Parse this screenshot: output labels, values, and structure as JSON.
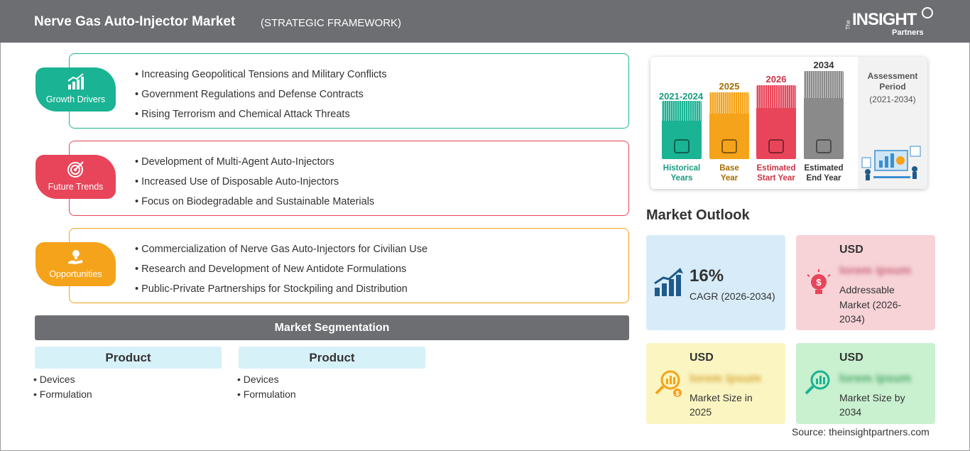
{
  "header": {
    "title": "Nerve Gas Auto-Injector Market",
    "subtitle": "(STRATEGIC FRAMEWORK)",
    "logo": {
      "main": "INSIGHT",
      "prefix": "The",
      "sub": "Partners"
    }
  },
  "framework": [
    {
      "label": "Growth Drivers",
      "color": "#1ab394",
      "icon": "growth-chart-icon",
      "items": [
        "Increasing Geopolitical Tensions and Military Conflicts",
        "Government Regulations and Defense Contracts",
        "Rising Terrorism and Chemical Attack Threats"
      ]
    },
    {
      "label": "Future Trends",
      "color": "#e8455a",
      "icon": "target-icon",
      "items": [
        "Development of Multi-Agent Auto-Injectors",
        "Increased Use of Disposable Auto-Injectors",
        "Focus on Biodegradable and Sustainable Materials"
      ]
    },
    {
      "label": "Opportunities",
      "color": "#f5a31a",
      "icon": "lightbulb-hand-icon",
      "items": [
        "Commercialization of Nerve Gas Auto-Injectors for Civilian Use",
        "Research and Development of New Antidote Formulations",
        "Public-Private Partnerships for Stockpiling and Distribution"
      ]
    }
  ],
  "segmentation": {
    "title": "Market Segmentation",
    "columns": [
      {
        "heading": "Product",
        "items": [
          "Devices",
          "Formulation"
        ]
      },
      {
        "heading": "Product",
        "items": [
          "Devices",
          "Formulation"
        ]
      }
    ]
  },
  "timeline": {
    "periods": [
      {
        "year": "2021-2024",
        "label_line1": "Historical",
        "label_line2": "Years",
        "color": "#1ab394",
        "year_color": "#1a9a7f"
      },
      {
        "year": "2025",
        "label_line1": "Base",
        "label_line2": "Year",
        "color": "#f5a31a",
        "year_color": "#a66d00"
      },
      {
        "year": "2026",
        "label_line1": "Estimated",
        "label_line2": "Start Year",
        "color": "#e8455a",
        "year_color": "#c93446"
      },
      {
        "year": "2034",
        "label_line1": "Estimated",
        "label_line2": "End Year",
        "color": "#8a8a8a",
        "year_color": "#333333"
      }
    ],
    "assessment": {
      "line1": "Assessment",
      "line2": "Period",
      "line3": "(2021-2034)"
    }
  },
  "outlook": {
    "title": "Market Outlook",
    "cards": [
      {
        "value": "16%",
        "text": "CAGR (2026-2034)",
        "bg": "#d7ecf8",
        "accent": "#1f5a8a",
        "icon": "rising-bars-icon"
      },
      {
        "value": "USD",
        "blurred": "lorem ipsum",
        "text_lines": [
          "Addressable",
          "Market (2026-",
          "2034)"
        ],
        "bg": "#f7d3d8",
        "accent": "#e8455a",
        "icon": "lightbulb-dollar-icon"
      },
      {
        "value": "USD",
        "blurred": "lorem ipsum",
        "text_lines": [
          "Market Size in",
          "2025"
        ],
        "bg": "#fbf5c2",
        "accent": "#f5a31a",
        "icon": "magnifier-dollar-icon"
      },
      {
        "value": "USD",
        "blurred": "lorem ipsum",
        "text_lines": [
          "Market Size by",
          "2034"
        ],
        "bg": "#c9f0cf",
        "accent": "#1ab394",
        "icon": "magnifier-chart-icon"
      }
    ]
  },
  "source": "Source: theinsightpartners.com"
}
